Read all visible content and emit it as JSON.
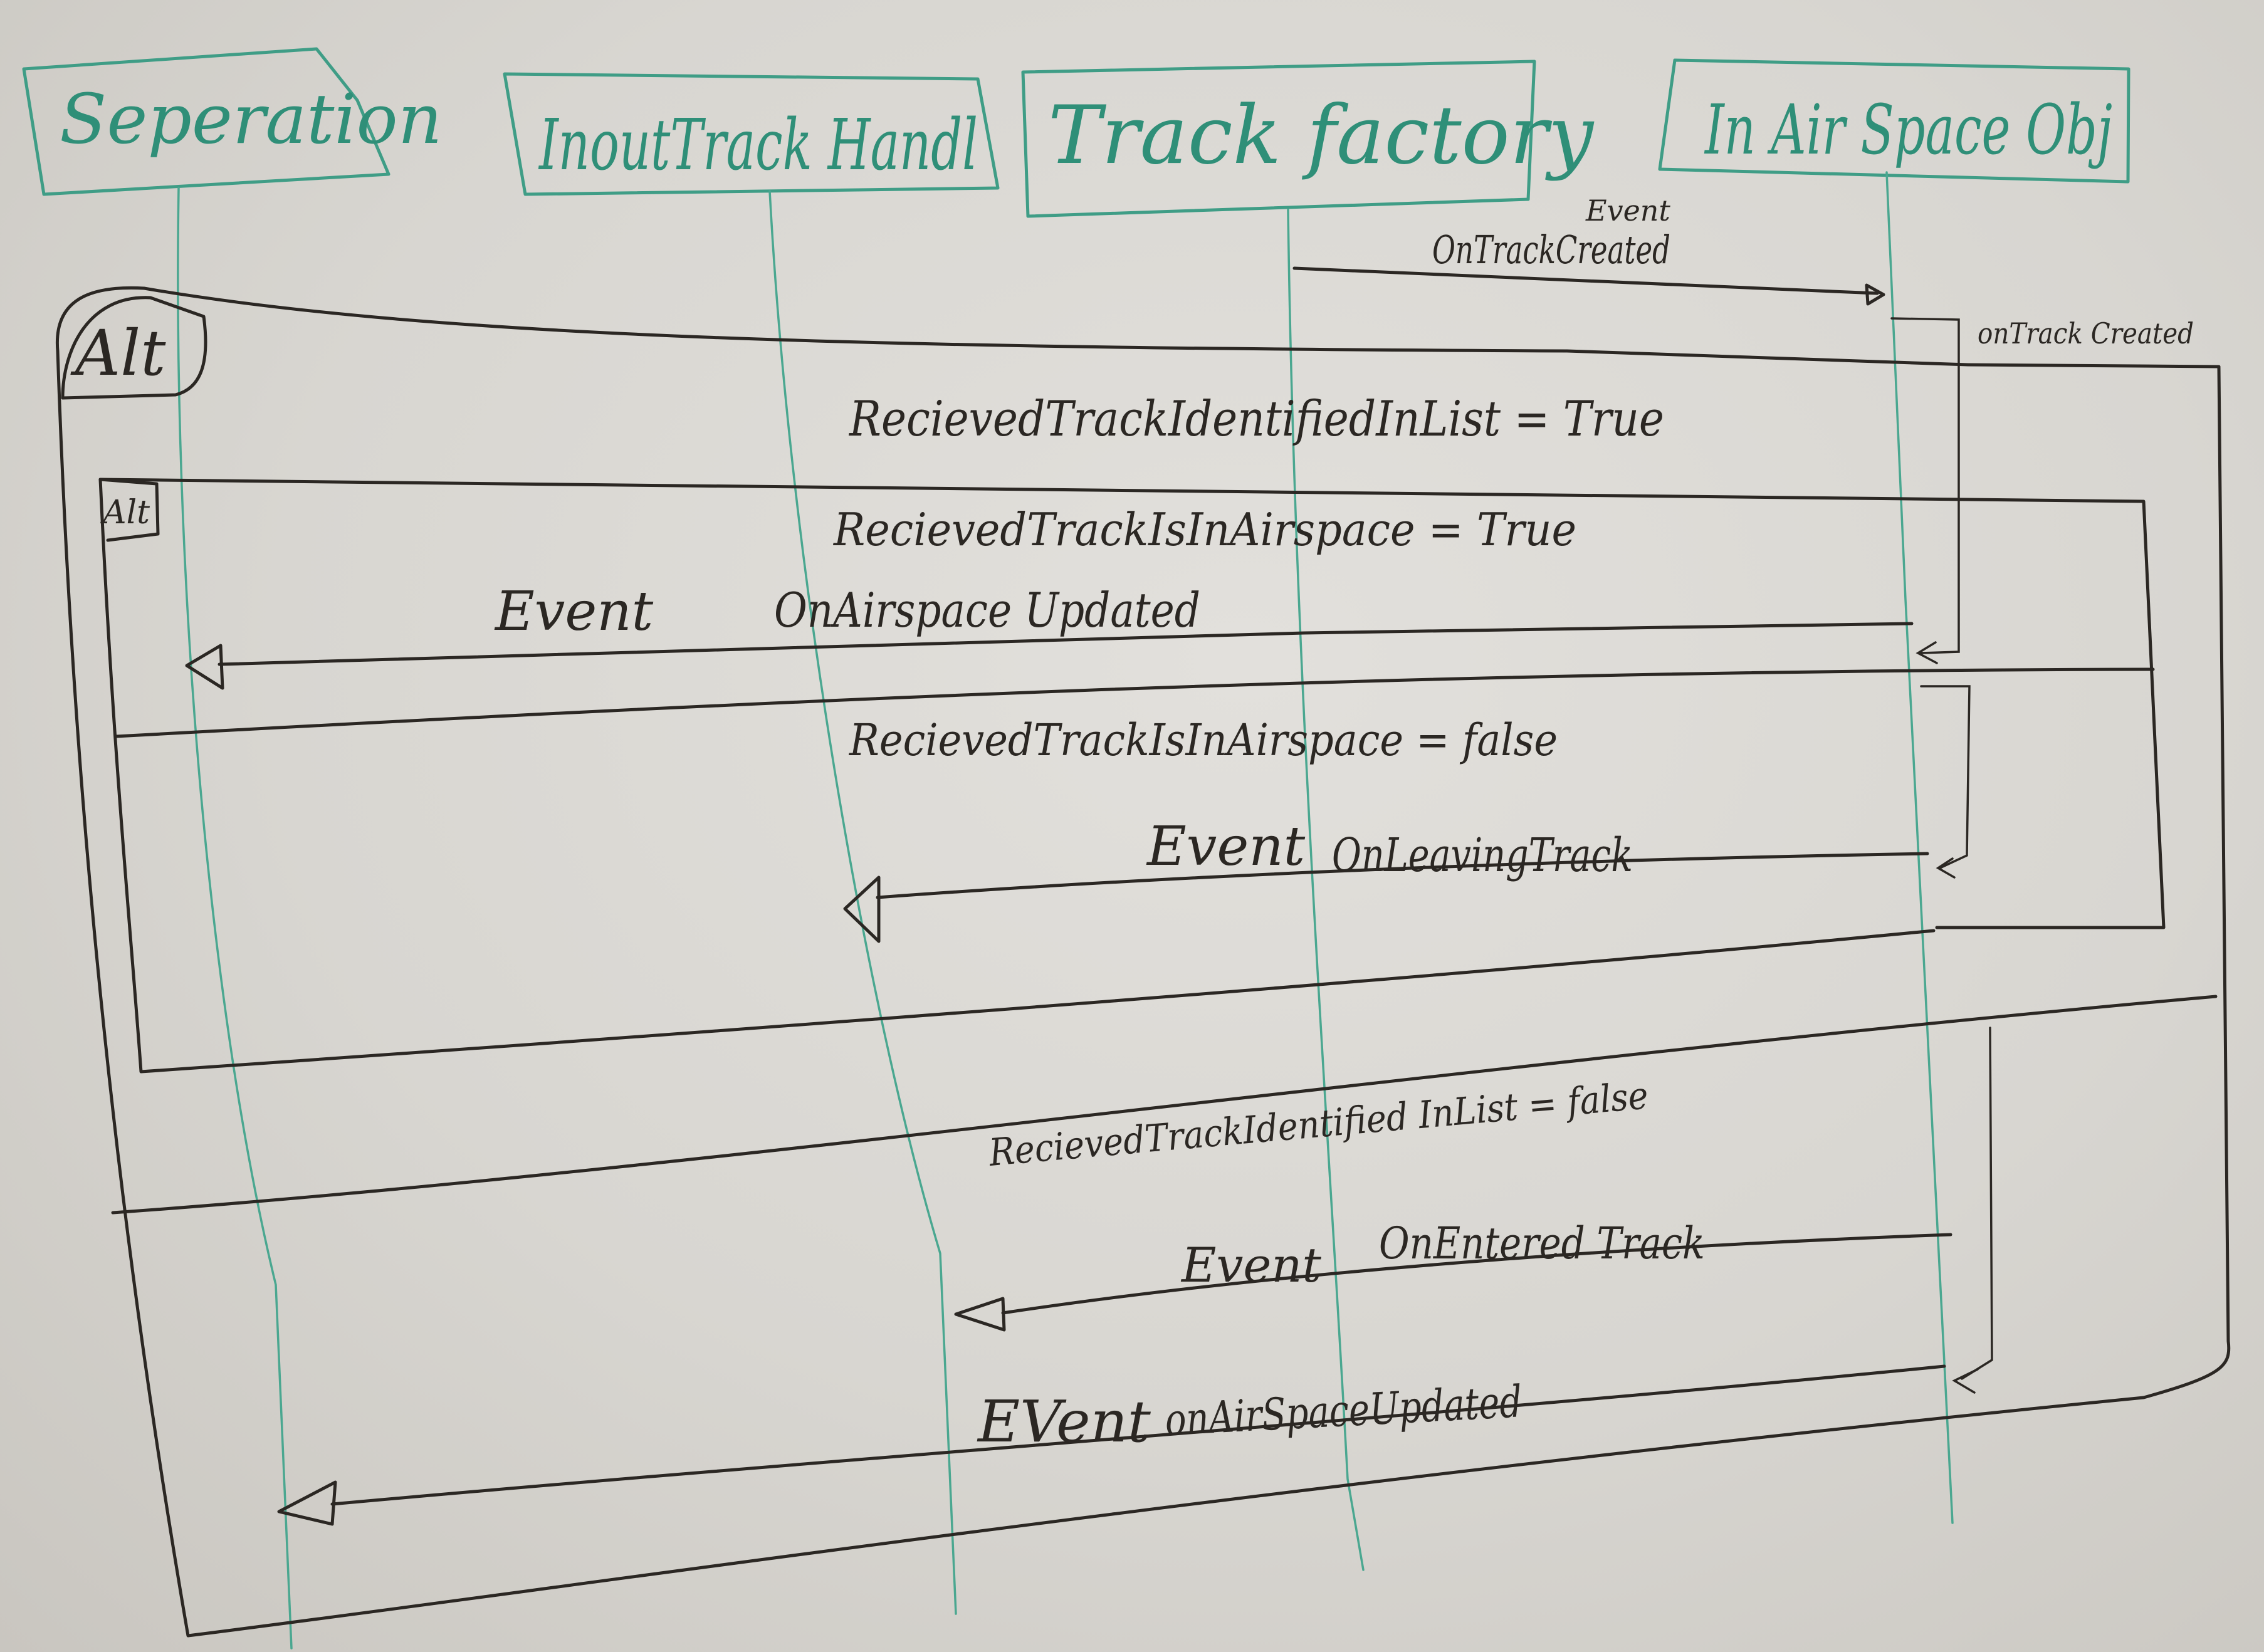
{
  "lifelines": [
    {
      "id": "separation",
      "label": "Seperation"
    },
    {
      "id": "input-track-handler",
      "label": "InoutTrack Handl"
    },
    {
      "id": "track-factory",
      "label": "Track factory"
    },
    {
      "id": "in-air-space-obj",
      "label": "In Air Space Obj"
    }
  ],
  "frames": {
    "outer_alt": "Alt",
    "inner_alt": "Alt"
  },
  "guards": {
    "identified_true": "RecievedTrackIdentifiedInList = True",
    "airspace_true": "RecievedTrackIsInAirspace = True",
    "airspace_false": "RecievedTrackIsInAirspace = false",
    "identified_false": "RecievedTrackIdentified InList = false"
  },
  "messages": {
    "factory_event_tag": "Event",
    "factory_event": "OnTrackCreated",
    "self_call": "onTrack Created",
    "airspace_updated_1_tag": "Event",
    "airspace_updated_1": "OnAirspace Updated",
    "leaving_tag": "Event",
    "leaving": "OnLeavingTrack",
    "entered_tag": "Event",
    "entered": "OnEntered Track",
    "airspace_updated_2_tag": "EVent",
    "airspace_updated_2": "onAirSpaceUpdated"
  },
  "colors": {
    "marker_teal": "#3f9d86",
    "marker_black": "#2b2723",
    "board": "#dcdad6"
  }
}
